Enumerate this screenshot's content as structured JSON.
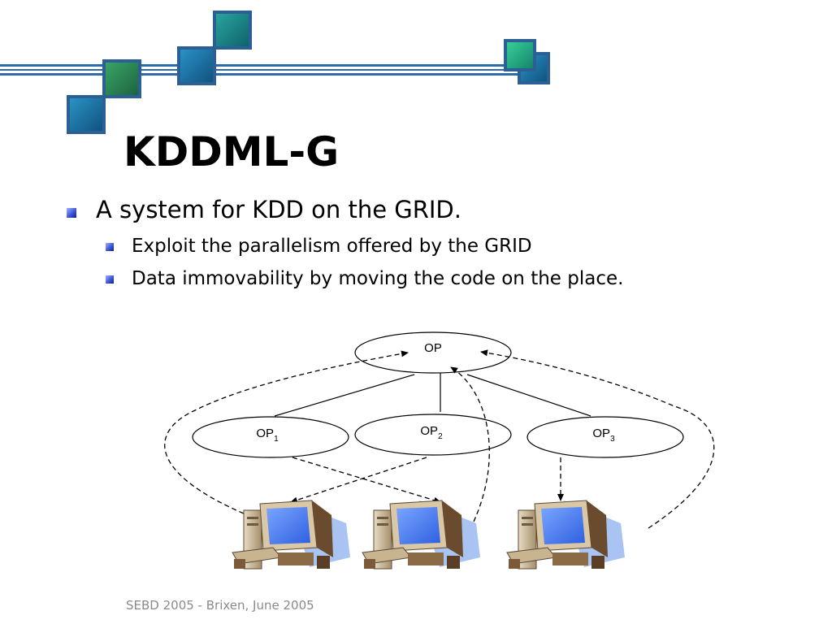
{
  "slide": {
    "title": "KDDML-G",
    "bullets": [
      {
        "text": "A system for KDD on the GRID.",
        "sub": [
          "Exploit the parallelism offered by the GRID",
          "Data immovability by moving the code on the place."
        ]
      }
    ],
    "footer": "SEBD 2005 - Brixen, June 2005"
  },
  "diagram": {
    "root_label": "OP",
    "children": [
      {
        "label": "OP",
        "sub": "1"
      },
      {
        "label": "OP",
        "sub": "2"
      },
      {
        "label": "OP",
        "sub": "3"
      }
    ],
    "nodes": [
      {
        "icon": "computer-icon"
      },
      {
        "icon": "computer-icon"
      },
      {
        "icon": "computer-icon"
      }
    ]
  },
  "colors": {
    "deco_line": "#2d6aa8",
    "square_border": "#2c5f93",
    "square_teal": "#1a8a86",
    "square_green": "#2e8a55",
    "square_blue": "#1e77a9",
    "bullet": "#3f57d6",
    "footer_text": "#8a8a8a"
  }
}
